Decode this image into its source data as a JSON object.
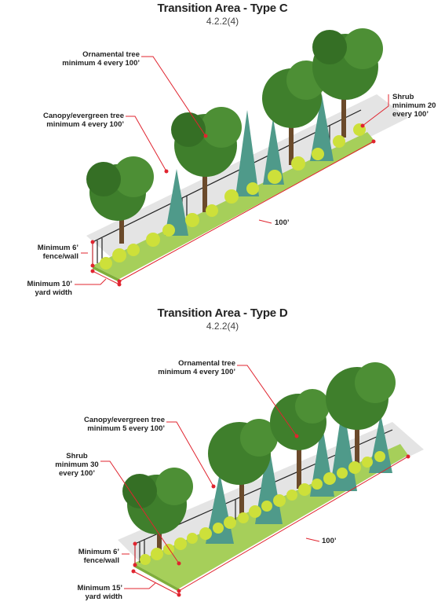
{
  "panels": [
    {
      "title": "Transition Area - Type C",
      "subtitle": "4.2.2(4)",
      "labels": {
        "ornamental": [
          "Ornamental tree",
          "minimum 4 every 100’"
        ],
        "canopy": [
          "Canopy/evergreen tree",
          "minimum 4 every 100’"
        ],
        "shrub": [
          "Shrub",
          "minimum 20",
          "every 100’"
        ],
        "length": "100’",
        "fence": [
          "Minimum 6’",
          "fence/wall"
        ],
        "yard": [
          "Minimum 10’",
          "yard width"
        ]
      }
    },
    {
      "title": "Transition Area - Type D",
      "subtitle": "4.2.2(4)",
      "labels": {
        "ornamental": [
          "Ornamental tree",
          "minimum 4 every 100’"
        ],
        "canopy": [
          "Canopy/evergreen tree",
          "minimum 5 every 100’"
        ],
        "shrub": [
          "Shrub",
          "minimum 30",
          "every 100’"
        ],
        "length": "100’",
        "fence": [
          "Minimum 6’",
          "fence/wall"
        ],
        "yard": [
          "Minimum 15’",
          "yard width"
        ]
      }
    }
  ],
  "colors": {
    "annotation": "#e0242f",
    "lawn": "#a6cf5a",
    "canopy": "#3f7f2c",
    "evergreen": "#4f9a8a",
    "shrub": "#cde03a"
  }
}
